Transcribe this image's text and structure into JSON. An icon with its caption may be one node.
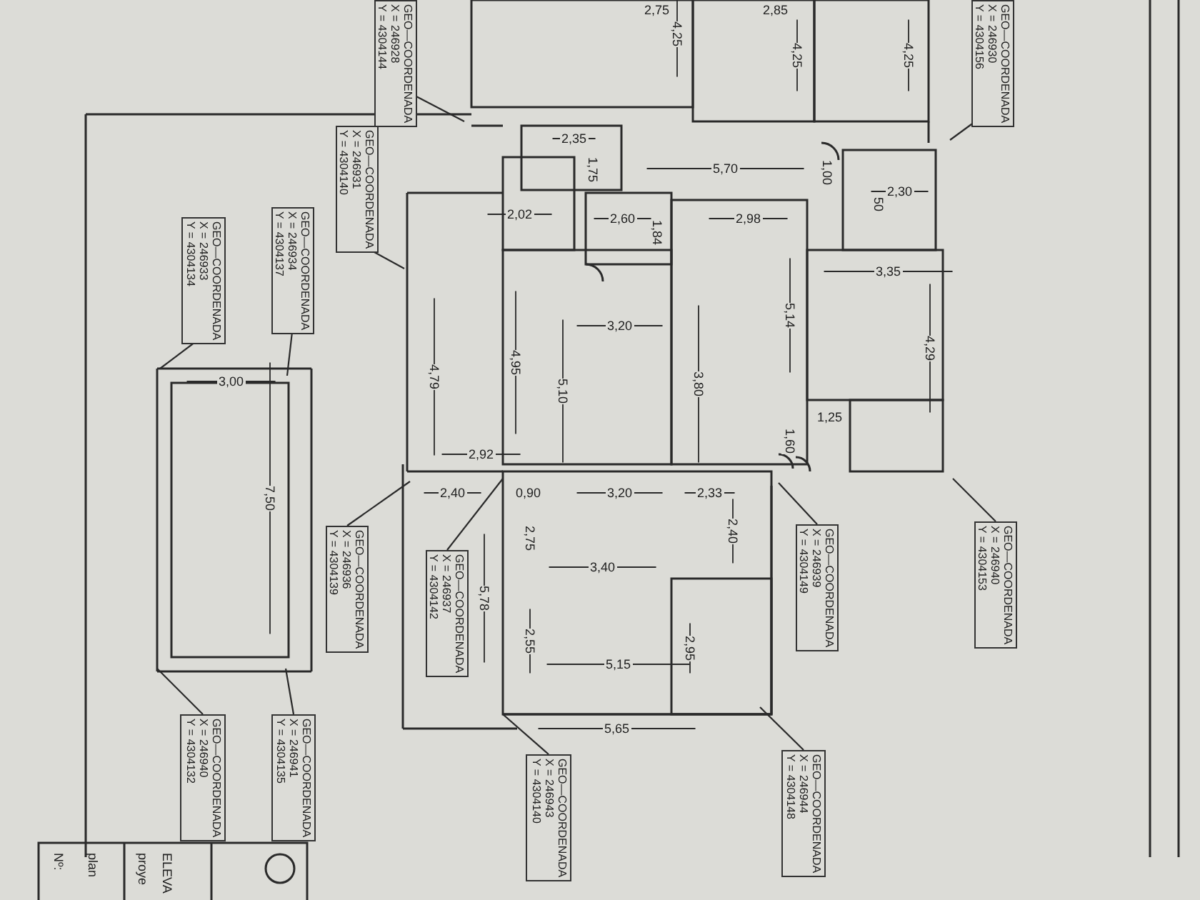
{
  "diagram": {
    "nodes": [
      {
        "text": [
          "GEO—COORDENADA",
          "X = 246928",
          "Y = 4304144"
        ]
      },
      {
        "text": [
          "GEO—COORDENADA",
          "X = 246931",
          "Y = 4304140"
        ]
      },
      {
        "text": [
          "GEO—COORDENADA",
          "X = 246934",
          "Y = 4304137"
        ]
      },
      {
        "text": [
          "GEO—COORDENADA",
          "X = 246933",
          "Y = 4304134"
        ]
      },
      {
        "text": [
          "GEO—COORDENADA",
          "X = 246930",
          "Y = 4304156"
        ]
      },
      {
        "text": [
          "GEO—COORDENADA",
          "X = 246936",
          "Y = 4304139"
        ]
      },
      {
        "text": [
          "GEO—COORDENADA",
          "X = 246937",
          "Y = 4304142"
        ]
      },
      {
        "text": [
          "GEO—COORDENADA",
          "X = 246939",
          "Y = 4304149"
        ]
      },
      {
        "text": [
          "GEO—COORDENADA",
          "X = 246940",
          "Y = 4304153"
        ]
      },
      {
        "text": [
          "GEO—COORDENADA",
          "X = 246940",
          "Y = 4304132"
        ]
      },
      {
        "text": [
          "GEO—COORDENADA",
          "X = 246941",
          "Y = 4304135"
        ]
      },
      {
        "text": [
          "GEO—COORDENADA",
          "X = 246943",
          "Y = 4304140"
        ]
      },
      {
        "text": [
          "GEO—COORDENADA",
          "X = 246944",
          "Y = 4304148"
        ]
      }
    ],
    "edges": [
      {
        "from": 0,
        "to": null,
        "arrow": "none"
      },
      {
        "from": 1,
        "to": null,
        "arrow": "none"
      },
      {
        "from": 2,
        "to": null,
        "arrow": "none"
      },
      {
        "from": 3,
        "to": null,
        "arrow": "none"
      },
      {
        "from": 4,
        "to": null,
        "arrow": "none"
      },
      {
        "from": 5,
        "to": null,
        "arrow": "none"
      },
      {
        "from": 6,
        "to": null,
        "arrow": "none"
      },
      {
        "from": 7,
        "to": null,
        "arrow": "none"
      },
      {
        "from": 8,
        "to": null,
        "arrow": "none"
      },
      {
        "from": 9,
        "to": null,
        "arrow": "none"
      },
      {
        "from": 10,
        "to": null,
        "arrow": "none"
      },
      {
        "from": 11,
        "to": null,
        "arrow": "none"
      },
      {
        "from": 12,
        "to": null,
        "arrow": "none"
      }
    ],
    "labels": [
      "2,75",
      "2,85",
      "4,25",
      "4,25",
      "4,25",
      "2,35",
      "1,75",
      "5,70",
      "1,00",
      "2,30",
      "50",
      "2,02",
      "2,60",
      "1,84",
      "2,98",
      "3,35",
      "3,20",
      "5,14",
      "4,29",
      "4,79",
      "4,95",
      "5,10",
      "3,80",
      "1,25",
      "1,60",
      "3,00",
      "7,50",
      "2,92",
      "2,40",
      "0,90",
      "3,20",
      "2,33",
      "2,75",
      "2,40",
      "3,40",
      "5,78",
      "2,55",
      "2,95",
      "5,15",
      "5,65",
      "Nº:",
      "plan",
      "proye",
      "ELEVA"
    ]
  }
}
